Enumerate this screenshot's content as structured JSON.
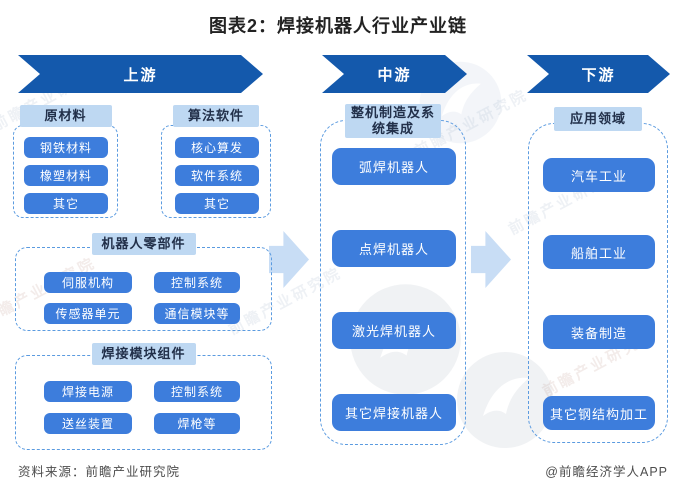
{
  "title": "图表2：焊接机器人行业产业链",
  "stages": {
    "upstream": "上游",
    "midstream": "中游",
    "downstream": "下游"
  },
  "upstream": {
    "groups": [
      {
        "label": "原材料",
        "items": [
          "钢铁材料",
          "橡塑材料",
          "其它"
        ]
      },
      {
        "label": "算法软件",
        "items": [
          "核心算发",
          "软件系统",
          "其它"
        ]
      },
      {
        "label": "机器人零部件",
        "items": [
          "伺服机构",
          "控制系统",
          "传感器单元",
          "通信模块等"
        ]
      },
      {
        "label": "焊接模块组件",
        "items": [
          "焊接电源",
          "控制系统",
          "送丝装置",
          "焊枪等"
        ]
      }
    ]
  },
  "midstream": {
    "label": "整机制造及系统集成",
    "items": [
      "弧焊机器人",
      "点焊机器人",
      "激光焊机器人",
      "其它焊接机器人"
    ]
  },
  "downstream": {
    "label": "应用领域",
    "items": [
      "汽车工业",
      "船舶工业",
      "装备制造",
      "其它钢结构加工"
    ]
  },
  "footer": {
    "source": "资料来源：前瞻产业研究院",
    "credit": "@前瞻经济学人APP"
  },
  "watermark": {
    "text": "前瞻产业研究院"
  },
  "colors": {
    "stage_banner": "#1459AC",
    "item_box": "#3D7DDC",
    "group_label_bg": "#BED8F2",
    "dashed_border": "#5B9BE0",
    "flow_arrow": "#C8DDF5",
    "title_text": "#222222",
    "footer_text": "#4D4D4D"
  }
}
